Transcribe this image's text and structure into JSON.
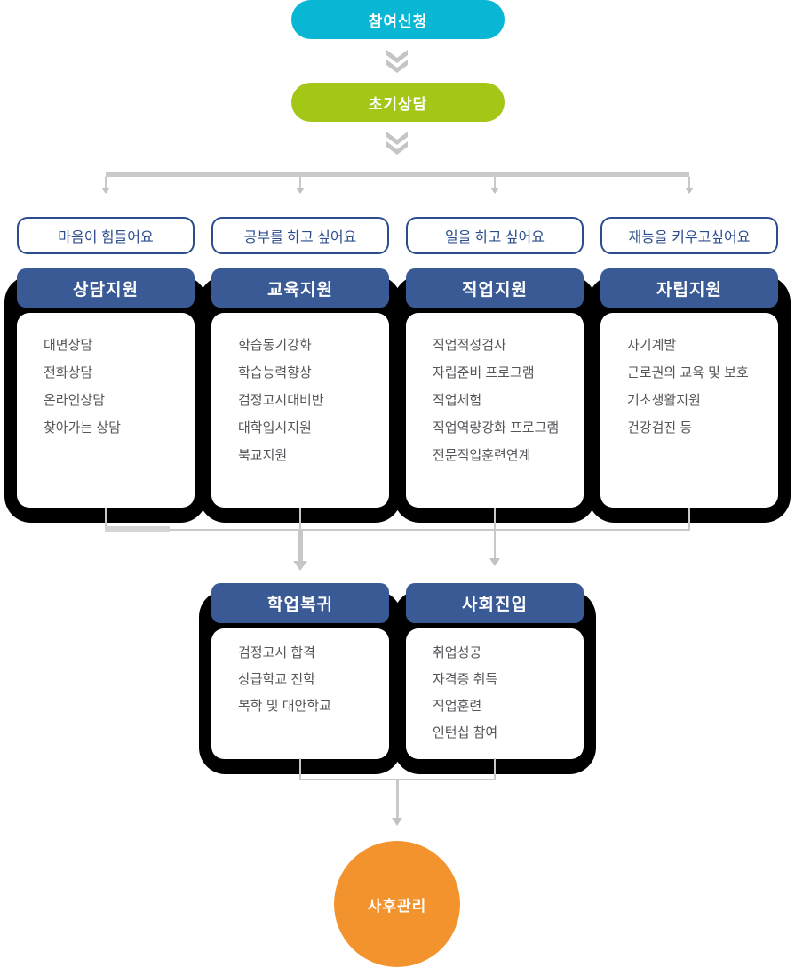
{
  "flow": {
    "start": {
      "label": "참여신청"
    },
    "intake": {
      "label": "초기상담"
    },
    "columns": [
      {
        "question": "마음이 힘들어요",
        "header": "상담지원",
        "items": [
          "대면상담",
          "전화상담",
          "온라인상담",
          "찾아가는 상담"
        ]
      },
      {
        "question": "공부를 하고 싶어요",
        "header": "교육지원",
        "items": [
          "학습동기강화",
          "학습능력향상",
          "검정고시대비반",
          "대학입시지원",
          "북교지원"
        ]
      },
      {
        "question": "일을 하고 싶어요",
        "header": "직업지원",
        "items": [
          "직업적성검사",
          "자립준비 프로그램",
          "직업체험",
          "직업역량강화 프로그램",
          "전문직업훈련연계"
        ]
      },
      {
        "question": "재능을 키우고싶어요",
        "header": "자립지원",
        "items": [
          "자기계발",
          "근로권의 교육 및 보호",
          "기초생활지원",
          "건강검진 등"
        ]
      }
    ],
    "outcomes": [
      {
        "header": "학업복귀",
        "items": [
          "검정고시 합격",
          "상급학교 진학",
          "복학 및 대안학교"
        ]
      },
      {
        "header": "사회진입",
        "items": [
          "취업성공",
          "자격증 취득",
          "직업훈련",
          "인턴십 참여"
        ]
      }
    ],
    "end": {
      "label": "사후관리"
    }
  },
  "colors": {
    "cyan": "#09b7d4",
    "green": "#a3c617",
    "navy": "#3a5a96",
    "navy-border": "#2c4c8c",
    "orange": "#f2932e",
    "line": "#c9c9c9",
    "line-light": "#d4d4d4",
    "arrow": "#c2c2c2",
    "text": "#55565a",
    "shadow": "#000000"
  }
}
